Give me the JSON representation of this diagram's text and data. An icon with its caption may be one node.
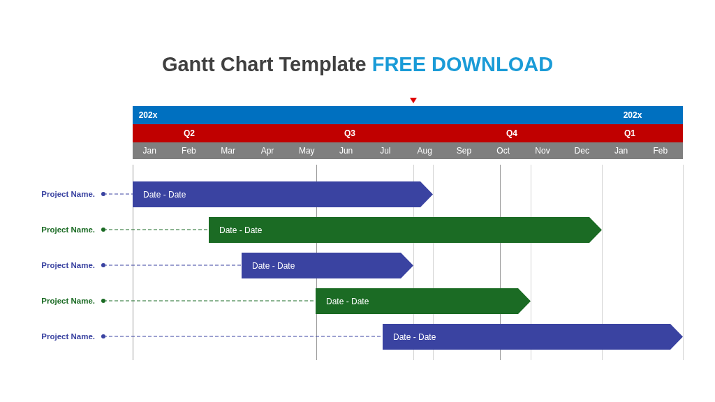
{
  "diagram": {
    "title": "Gantt Chart Template **FREE DOWNLOAD**",
    "nodes": [
      {
        "text": [
          "Project Name."
        ]
      },
      {
        "text": [
          "Date - Date"
        ]
      },
      {
        "text": [
          "Project Name."
        ]
      },
      {
        "text": [
          "Date - Date"
        ]
      },
      {
        "text": [
          "Project Name."
        ]
      },
      {
        "text": [
          "Date - Date"
        ]
      },
      {
        "text": [
          "Project Name."
        ]
      },
      {
        "text": [
          "Date - Date"
        ]
      },
      {
        "text": [
          "Project Name."
        ]
      },
      {
        "text": [
          "Date - Date"
        ]
      }
    ],
    "edges": [
      {
        "from": 0,
        "to": 1,
        "arrow": "other",
        "style": "dashed"
      },
      {
        "from": 2,
        "to": 3,
        "arrow": "other",
        "style": "dashed",
        "color": "#1b6b24"
      },
      {
        "from": 4,
        "to": 5,
        "arrow": "other",
        "style": "dashed"
      },
      {
        "from": 6,
        "to": 7,
        "arrow": "other",
        "style": "dashed",
        "color": "#1b6b24"
      },
      {
        "from": 8,
        "to": 9,
        "arrow": "other",
        "style": "dashed"
      }
    ],
    "labels": [
      "202x",
      "202x",
      "Q2",
      "Q3",
      "Q4",
      "Q1",
      "Jan",
      "Feb",
      "Mar",
      "Apr",
      "May",
      "Jun",
      "Jul",
      "Aug",
      "Sep",
      "Oct",
      "Nov",
      "Dec",
      "Jan",
      "Feb"
    ]
  }
}
